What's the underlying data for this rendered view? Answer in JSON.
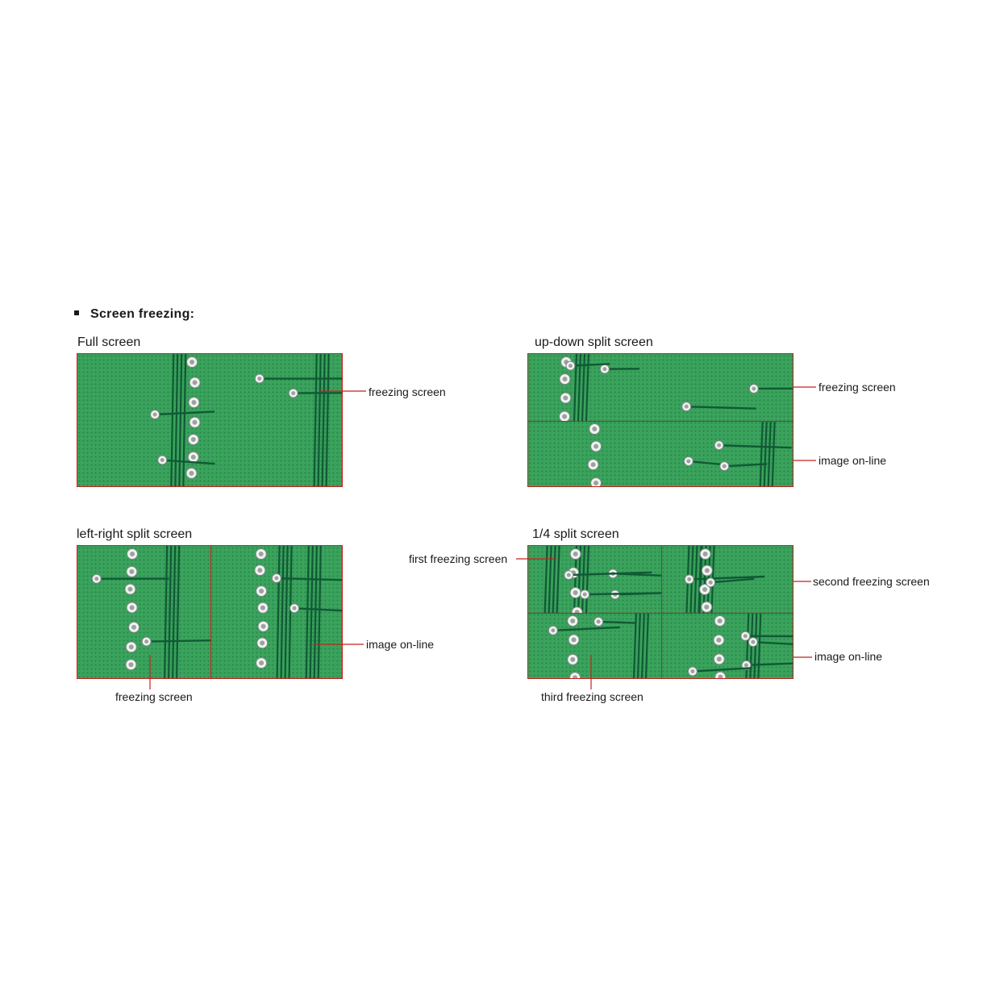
{
  "heading": "Screen  freezing:",
  "panels": {
    "full": {
      "title": "Full screen",
      "callout_freeze": "freezing screen"
    },
    "updown": {
      "title": "up-down split screen",
      "callout_freeze": "freezing screen",
      "callout_online": "image on-line"
    },
    "leftright": {
      "title": "left-right split screen",
      "callout_freeze": "freezing screen",
      "callout_online": "image on-line"
    },
    "quarter": {
      "title": "1/4 split screen",
      "callout_first": "first freezing screen",
      "callout_second": "second freezing screen",
      "callout_third": "third freezing screen",
      "callout_online": "image on-line"
    }
  },
  "colors": {
    "border": "#c8201c",
    "pcb_green": "#3aa35c",
    "trace_dark": "#0f5a34",
    "pad_white": "#f2f2f2"
  }
}
